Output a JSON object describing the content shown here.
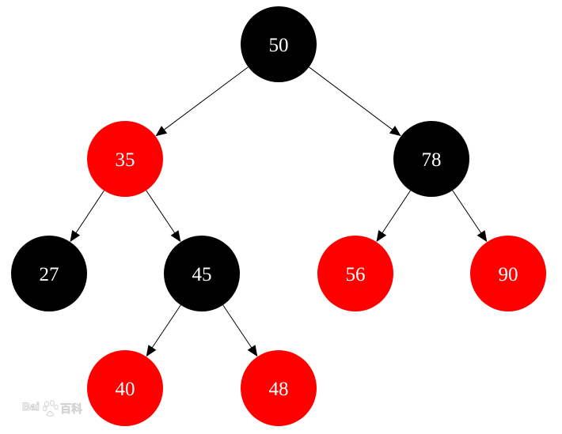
{
  "tree": {
    "colors": {
      "black": "#000000",
      "red": "#ff0000",
      "label": "#ffffff"
    },
    "nodes": [
      {
        "id": "n50",
        "label": "50",
        "color": "black",
        "parent": null
      },
      {
        "id": "n35",
        "label": "35",
        "color": "red",
        "parent": "n50"
      },
      {
        "id": "n78",
        "label": "78",
        "color": "black",
        "parent": "n50"
      },
      {
        "id": "n27",
        "label": "27",
        "color": "black",
        "parent": "n35"
      },
      {
        "id": "n45",
        "label": "45",
        "color": "black",
        "parent": "n35"
      },
      {
        "id": "n56",
        "label": "56",
        "color": "red",
        "parent": "n78"
      },
      {
        "id": "n90",
        "label": "90",
        "color": "red",
        "parent": "n78"
      },
      {
        "id": "n40",
        "label": "40",
        "color": "red",
        "parent": "n45"
      },
      {
        "id": "n48",
        "label": "48",
        "color": "red",
        "parent": "n45"
      }
    ]
  },
  "watermark": {
    "text_left": "Bai",
    "text_right": "百科",
    "icon": "baidu-paw-icon"
  }
}
